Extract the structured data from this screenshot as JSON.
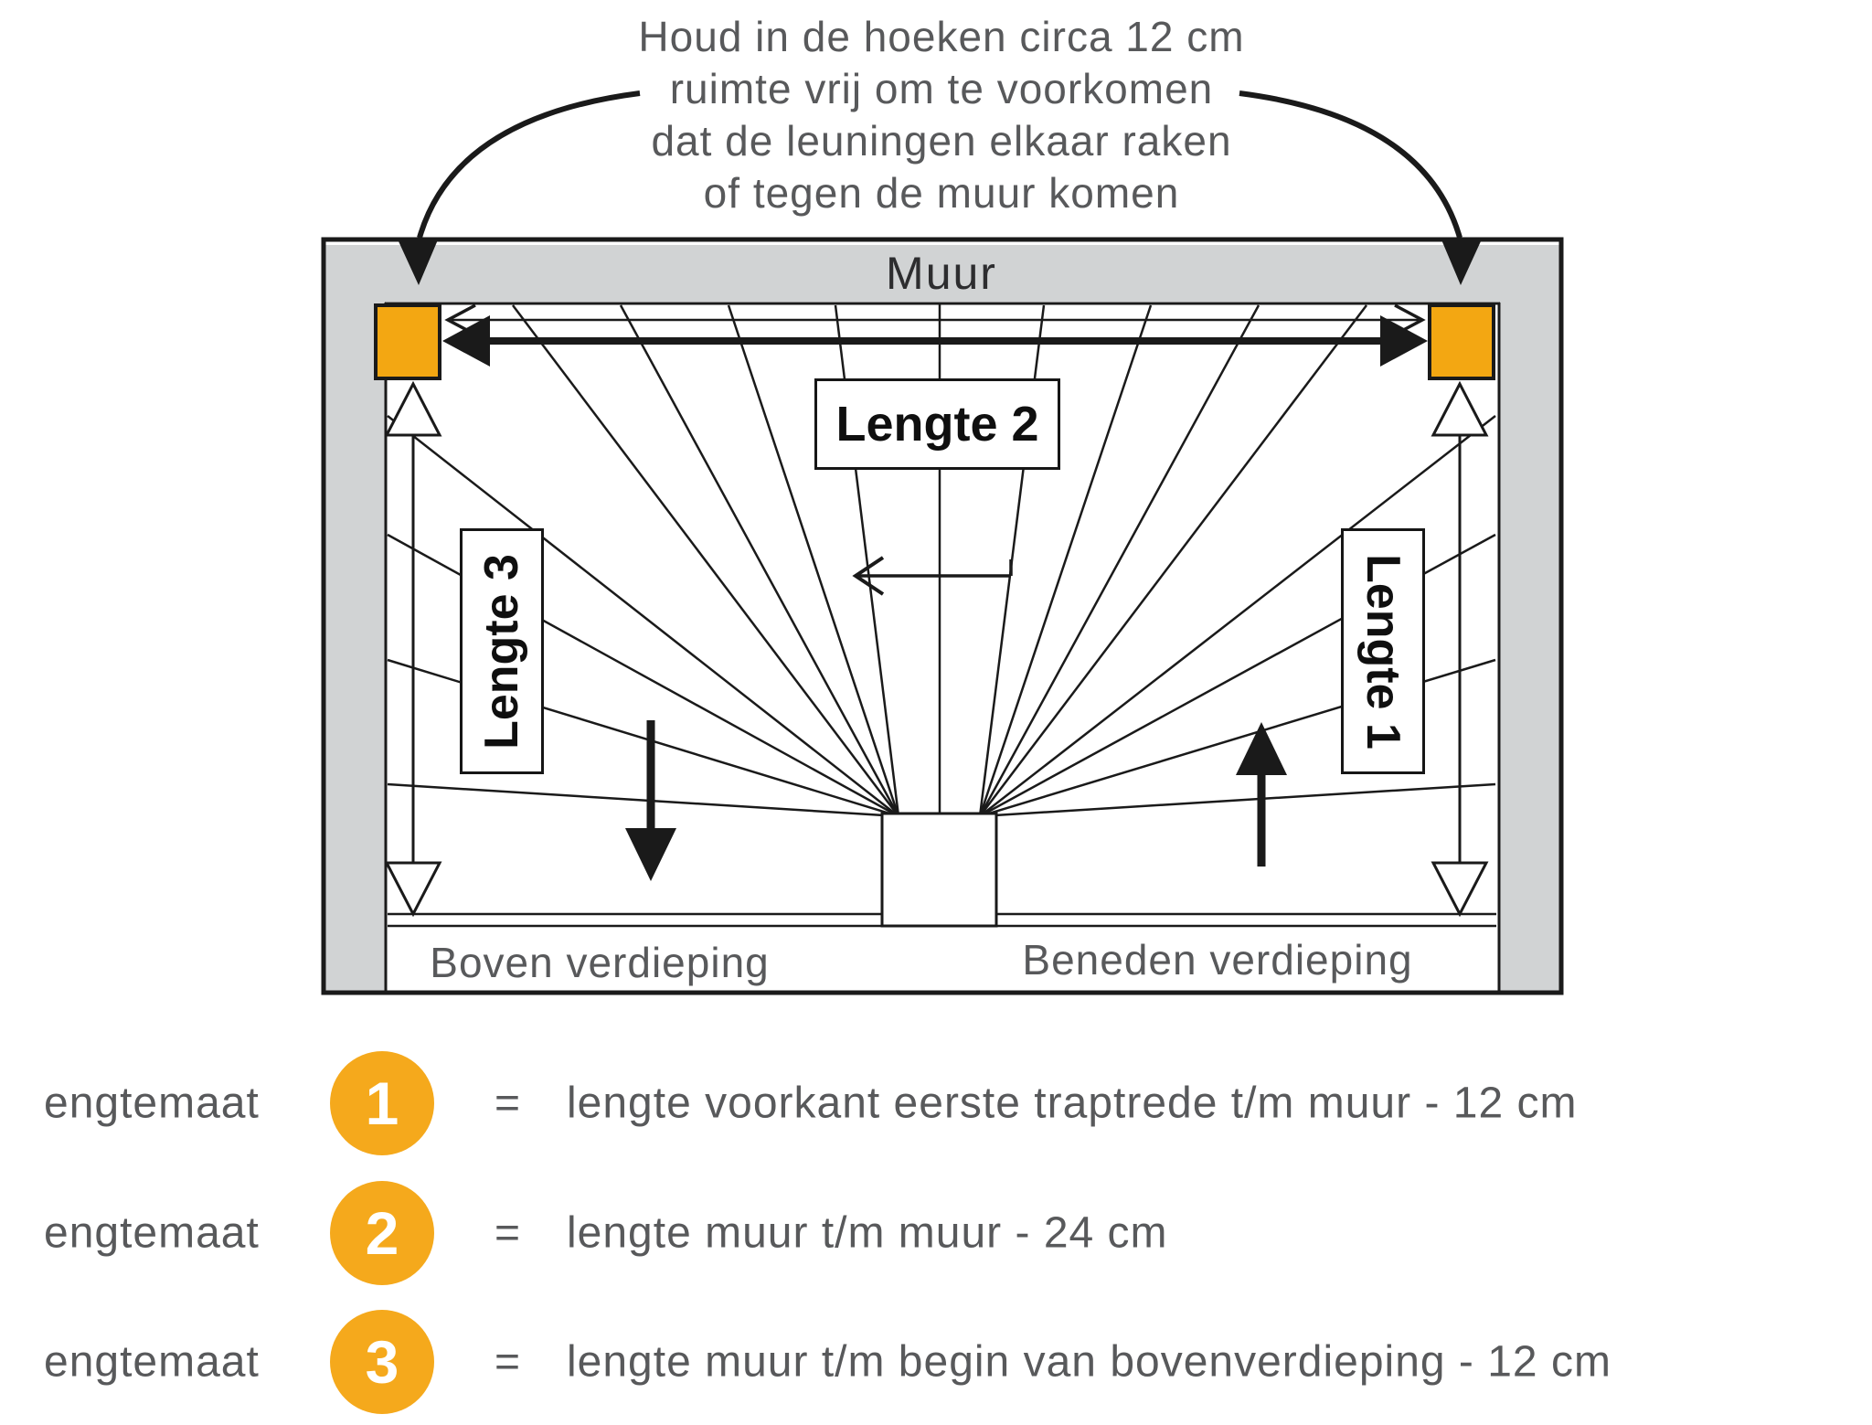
{
  "note": {
    "lines": [
      "Houd in de hoeken circa 12 cm",
      "ruimte vrij om te voorkomen",
      "dat de leuningen elkaar raken",
      "of tegen de muur komen"
    ]
  },
  "diagram": {
    "wall_label": "Muur",
    "length_label_1": "Lengte 1",
    "length_label_2": "Lengte 2",
    "length_label_3": "Lengte 3",
    "upper_floor_label": "Boven verdieping",
    "lower_floor_label": "Beneden verdieping"
  },
  "legend": {
    "rows": [
      {
        "prefix": "engtemaat",
        "number": "1",
        "eq": "=",
        "description": "lengte voorkant eerste traptrede t/m muur - 12 cm"
      },
      {
        "prefix": "engtemaat",
        "number": "2",
        "eq": "=",
        "description": "lengte muur t/m muur - 24 cm"
      },
      {
        "prefix": "engtemaat",
        "number": "3",
        "eq": "=",
        "description": "lengte muur t/m begin van bovenverdieping - 12 cm"
      }
    ]
  },
  "colors": {
    "accent_orange": "#F3A712",
    "circle_orange": "#F5A91C",
    "wall_gray": "#D1D3D4",
    "line_black": "#1A1A1A",
    "text_gray": "#58595B"
  }
}
